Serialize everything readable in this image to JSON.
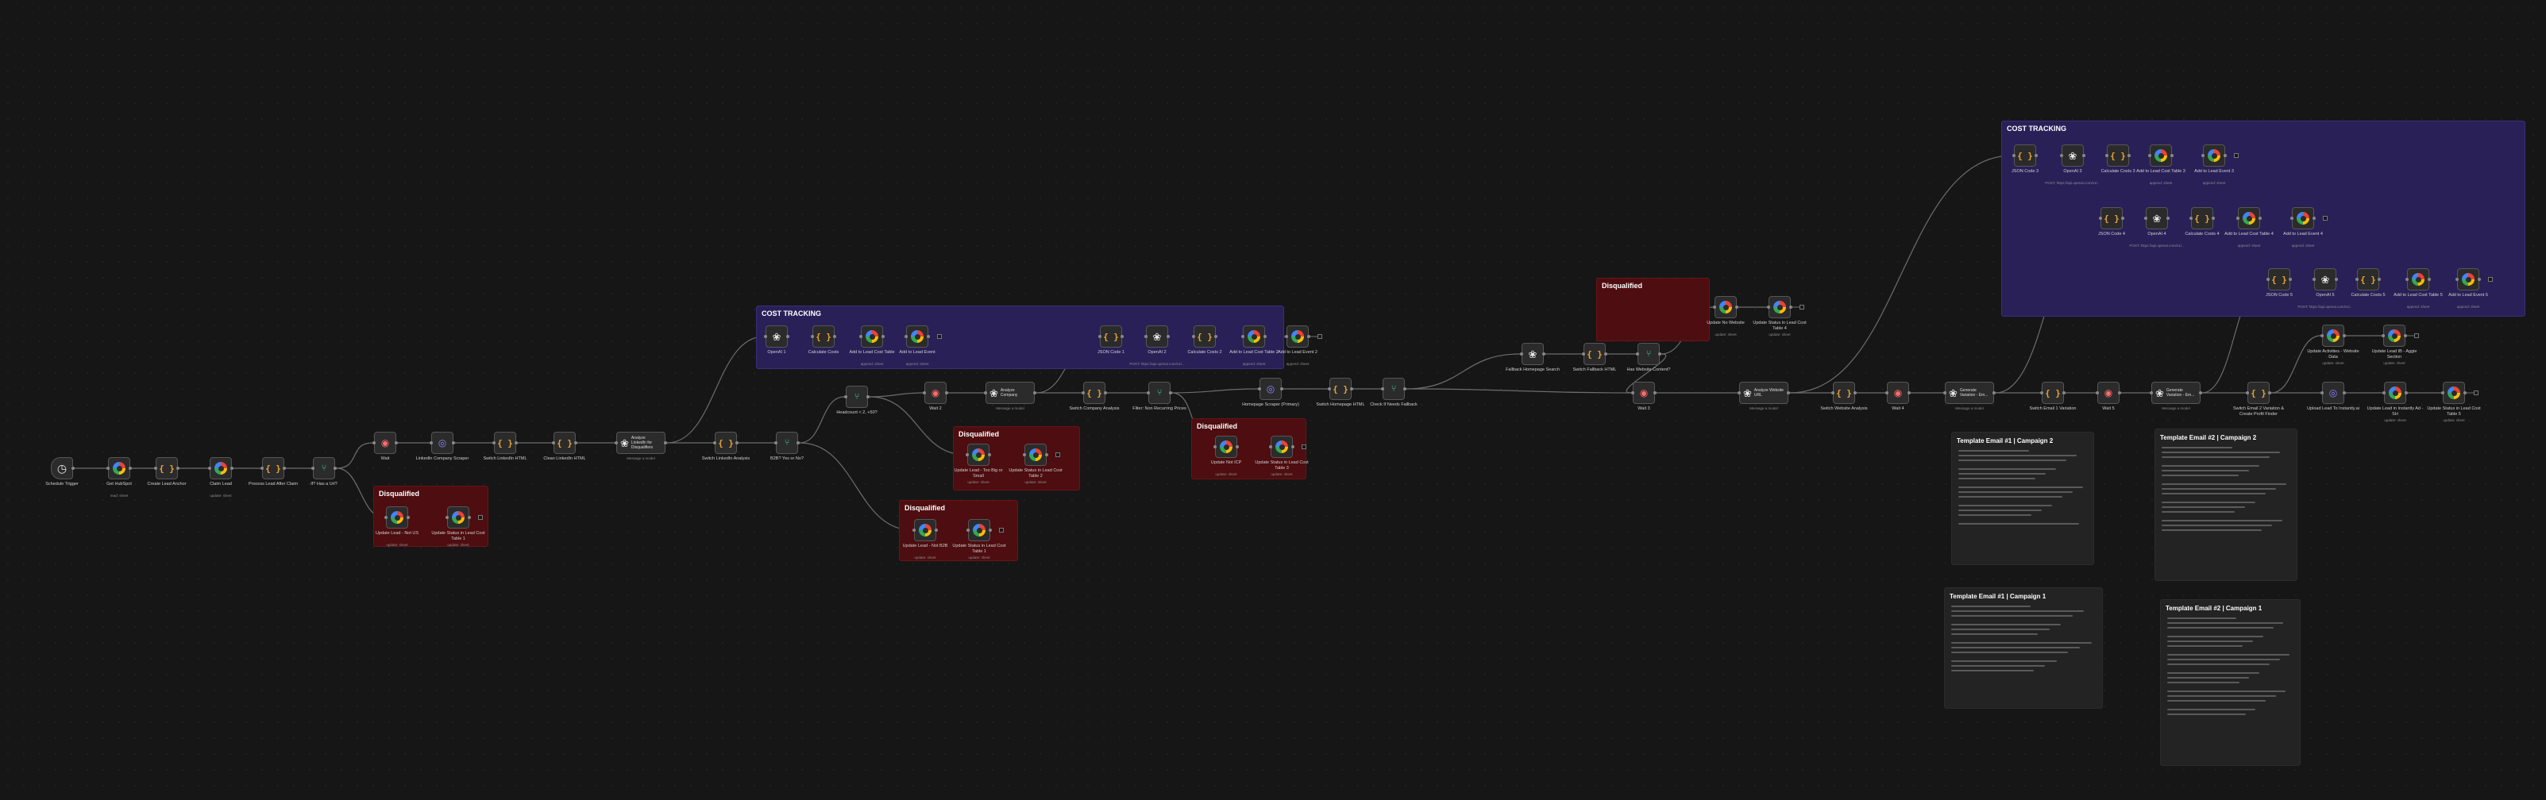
{
  "colors": {
    "background": "#161616",
    "cost_sticky": "#2a2058",
    "disqualified_sticky": "#4e0d10",
    "template_sticky": "#232323",
    "wire": "#6d6d6d"
  },
  "stickies": [
    {
      "id": "cost1",
      "kind": "cost",
      "title": "COST TRACKING"
    },
    {
      "id": "cost2",
      "kind": "cost",
      "title": "COST TRACKING"
    },
    {
      "id": "disq1",
      "kind": "disq",
      "title": "Disqualified"
    },
    {
      "id": "disq2",
      "kind": "disq",
      "title": "Disqualified"
    },
    {
      "id": "disq3",
      "kind": "disq",
      "title": "Disqualified"
    },
    {
      "id": "disq4",
      "kind": "disq",
      "title": "Disqualified"
    },
    {
      "id": "disq5",
      "kind": "disq",
      "title": "Disqualified"
    },
    {
      "id": "t2a",
      "kind": "tmpl",
      "title": "Template Email #1 | Campaign 2"
    },
    {
      "id": "t2b",
      "kind": "tmpl",
      "title": "Template Email #2 | Campaign 2"
    },
    {
      "id": "t1a",
      "kind": "tmpl",
      "title": "Template Email #1 | Campaign 1"
    },
    {
      "id": "t1b",
      "kind": "tmpl",
      "title": "Template Email #2 | Campaign 1"
    }
  ],
  "nodes": [
    {
      "id": "schedule",
      "icon": "clock",
      "label": "Schedule Trigger",
      "sub": ""
    },
    {
      "id": "get_hubspot",
      "icon": "sheets",
      "label": "Get HubSpot",
      "sub": "read: sheet"
    },
    {
      "id": "create_lead_anchor",
      "icon": "code",
      "label": "Create Lead Anchor",
      "sub": ""
    },
    {
      "id": "claim_lead",
      "icon": "sheets",
      "label": "Claim Lead",
      "sub": "update: sheet"
    },
    {
      "id": "process_lead",
      "icon": "code",
      "label": "Process Lead After Claim",
      "sub": ""
    },
    {
      "id": "if_has_url",
      "icon": "if",
      "label": "If? Has a Url?",
      "sub": ""
    },
    {
      "id": "wait_a",
      "icon": "wait",
      "label": "Wait",
      "sub": ""
    },
    {
      "id": "linkedin_scraper",
      "icon": "http",
      "label": "LinkedIn Company Scraper",
      "sub": ""
    },
    {
      "id": "switch_li_html",
      "icon": "code",
      "label": "Switch LinkedIn HTML",
      "sub": ""
    },
    {
      "id": "clean_li_html",
      "icon": "code",
      "label": "Clean LinkedIn HTML",
      "sub": ""
    },
    {
      "id": "analyze_li",
      "icon": "openai",
      "label": "Analyze LinkedIn for Disqualifiers",
      "sub": "Message a model",
      "wide": true
    },
    {
      "id": "switch_li_analysis",
      "icon": "code",
      "label": "Switch LinkedIn Analysis",
      "sub": ""
    },
    {
      "id": "b2b_yes",
      "icon": "if",
      "label": "B2B? Yes or No?",
      "sub": ""
    },
    {
      "id": "update_lead_d1",
      "icon": "sheets",
      "label": "Update Lead - Not US",
      "sub": "update: sheet"
    },
    {
      "id": "update_status_d1",
      "icon": "sheets",
      "label": "Update Status in Lead Cost Table 1",
      "sub": "update: sheet"
    },
    {
      "id": "update_lead_d2",
      "icon": "sheets",
      "label": "Update Lead - Not B2B",
      "sub": "update: sheet"
    },
    {
      "id": "update_status_d2",
      "icon": "sheets",
      "label": "Update Status in Lead Cost Table 1",
      "sub": "update: sheet"
    },
    {
      "id": "headcount",
      "icon": "if",
      "label": "Headcount < 2, +50?",
      "sub": ""
    },
    {
      "id": "openai1",
      "icon": "openai",
      "label": "OpenAI 1",
      "sub": ""
    },
    {
      "id": "calc_cost_1",
      "icon": "code",
      "label": "Calculate Costs",
      "sub": ""
    },
    {
      "id": "add_lead_cost_1",
      "icon": "sheets",
      "label": "Add to Lead Cost Table",
      "sub": "append: sheet"
    },
    {
      "id": "add_lead_event_1",
      "icon": "sheets",
      "label": "Add to Lead Event",
      "sub": "append: sheet"
    },
    {
      "id": "wait_2",
      "icon": "wait",
      "label": "Wait 2",
      "sub": ""
    },
    {
      "id": "analyze_company",
      "icon": "openai",
      "label": "Analyze Company",
      "sub": "Message a model",
      "wide": true
    },
    {
      "id": "update_lead_d3",
      "icon": "sheets",
      "label": "Update Lead - Too Big or Small",
      "sub": "update: sheet"
    },
    {
      "id": "update_status_d3",
      "icon": "sheets",
      "label": "Update Status in Lead Cost Table 2",
      "sub": "update: sheet"
    },
    {
      "id": "switch_company",
      "icon": "code",
      "label": "Switch Company Analysis",
      "sub": ""
    },
    {
      "id": "filter_recurring",
      "icon": "if",
      "label": "Filter: Non Recurring Prices",
      "sub": ""
    },
    {
      "id": "json_code_1",
      "icon": "code",
      "label": "JSON Code 1",
      "sub": ""
    },
    {
      "id": "openai_2",
      "icon": "openai",
      "label": "OpenAI 2",
      "sub": "POST: https://api.openai.com/v1/..."
    },
    {
      "id": "calc_cost_2",
      "icon": "code",
      "label": "Calculate Costs 2",
      "sub": ""
    },
    {
      "id": "add_lead_cost_2",
      "icon": "sheets",
      "label": "Add to Lead Cost Table 2",
      "sub": "append: sheet"
    },
    {
      "id": "add_lead_event_2",
      "icon": "sheets",
      "label": "Add to Lead Event 2",
      "sub": "append: sheet"
    },
    {
      "id": "update_lead_d4",
      "icon": "sheets",
      "label": "Update Not ICP",
      "sub": "update: sheet"
    },
    {
      "id": "update_status_d4",
      "icon": "sheets",
      "label": "Update Status in Lead Cost Table 3",
      "sub": "update: sheet"
    },
    {
      "id": "homepage_scraper",
      "icon": "http",
      "label": "Homepage Scraper (Primary)",
      "sub": ""
    },
    {
      "id": "switch_homepage",
      "icon": "code",
      "label": "Switch Homepage HTML",
      "sub": ""
    },
    {
      "id": "check_fallback",
      "icon": "if",
      "label": "Check If Needs Fallback",
      "sub": ""
    },
    {
      "id": "fallback_scraper",
      "icon": "openai",
      "label": "Fallback Homepage Search",
      "sub": ""
    },
    {
      "id": "switch_fallback",
      "icon": "code",
      "label": "Switch Fallback HTML",
      "sub": ""
    },
    {
      "id": "has_content",
      "icon": "if",
      "label": "Has Website Content?",
      "sub": ""
    },
    {
      "id": "update_no_website",
      "icon": "sheets",
      "label": "Update No Website",
      "sub": "update: sheet"
    },
    {
      "id": "update_status_d5",
      "icon": "sheets",
      "label": "Update Status in Lead Cost Table 4",
      "sub": "update: sheet"
    },
    {
      "id": "wait_3",
      "icon": "wait",
      "label": "Wait 3",
      "sub": ""
    },
    {
      "id": "analyze_website",
      "icon": "openai",
      "label": "Analyze Website URL",
      "sub": "Message a model",
      "wide": true
    },
    {
      "id": "switch_website",
      "icon": "code",
      "label": "Switch Website Analysis",
      "sub": ""
    },
    {
      "id": "wait_4",
      "icon": "wait",
      "label": "Wait 4",
      "sub": ""
    },
    {
      "id": "gen_email1",
      "icon": "openai",
      "label": "Generate Variation - Em...",
      "sub": "Message a model",
      "wide": true
    },
    {
      "id": "switch_email1",
      "icon": "code",
      "label": "Switch Email 1 Variation",
      "sub": ""
    },
    {
      "id": "wait_5",
      "icon": "wait",
      "label": "Wait 5",
      "sub": ""
    },
    {
      "id": "gen_email2",
      "icon": "openai",
      "label": "Generate Variation - Em...",
      "sub": "Message a model",
      "wide": true
    },
    {
      "id": "switch_email2",
      "icon": "code",
      "label": "Switch Email 2 Variation & Create Profit Finder",
      "sub": ""
    },
    {
      "id": "json_code_3",
      "icon": "code",
      "label": "JSON Code 3",
      "sub": ""
    },
    {
      "id": "openai_3",
      "icon": "openai",
      "label": "OpenAI 3",
      "sub": "POST: https://api.openai.com/v1/..."
    },
    {
      "id": "calc_cost_3",
      "icon": "code",
      "label": "Calculate Costs 3",
      "sub": ""
    },
    {
      "id": "add_lead_cost_3",
      "icon": "sheets",
      "label": "Add to Lead Cost Table 3",
      "sub": "append: sheet"
    },
    {
      "id": "add_lead_event_3",
      "icon": "sheets",
      "label": "Add to Lead Event 3",
      "sub": "append: sheet"
    },
    {
      "id": "json_code_4",
      "icon": "code",
      "label": "JSON Code 4",
      "sub": ""
    },
    {
      "id": "openai_4",
      "icon": "openai",
      "label": "OpenAI 4",
      "sub": "POST: https://api.openai.com/v1/..."
    },
    {
      "id": "calc_cost_4",
      "icon": "code",
      "label": "Calculate Costs 4",
      "sub": ""
    },
    {
      "id": "add_lead_cost_4",
      "icon": "sheets",
      "label": "Add to Lead Cost Table 4",
      "sub": "append: sheet"
    },
    {
      "id": "add_lead_event_4",
      "icon": "sheets",
      "label": "Add to Lead Event 4",
      "sub": "append: sheet"
    },
    {
      "id": "json_code_5",
      "icon": "code",
      "label": "JSON Code 5",
      "sub": ""
    },
    {
      "id": "openai_5",
      "icon": "openai",
      "label": "OpenAI 5",
      "sub": "POST: https://api.openai.com/v1/..."
    },
    {
      "id": "calc_cost_5",
      "icon": "code",
      "label": "Calculate Costs 5",
      "sub": ""
    },
    {
      "id": "add_lead_cost_5",
      "icon": "sheets",
      "label": "Add to Lead Cost Table 5",
      "sub": "append: sheet"
    },
    {
      "id": "add_lead_event_5",
      "icon": "sheets",
      "label": "Add to Lead Event 5",
      "sub": "append: sheet"
    },
    {
      "id": "update_activities",
      "icon": "sheets",
      "label": "Update Activities - Website Data",
      "sub": "update: sheet"
    },
    {
      "id": "update_lead_sh",
      "icon": "sheets",
      "label": "Update Lead IB - Aggie Section",
      "sub": "update: sheet"
    },
    {
      "id": "upload_to_instantly",
      "icon": "http",
      "label": "Upload Lead To Instantly.ai",
      "sub": ""
    },
    {
      "id": "update_lead_instantly",
      "icon": "sheets",
      "label": "Update Lead in Instantly Ad - SH",
      "sub": "update: sheet"
    },
    {
      "id": "update_status_final",
      "icon": "sheets",
      "label": "Update Status in Lead Cost Table 5",
      "sub": "update: sheet"
    }
  ]
}
